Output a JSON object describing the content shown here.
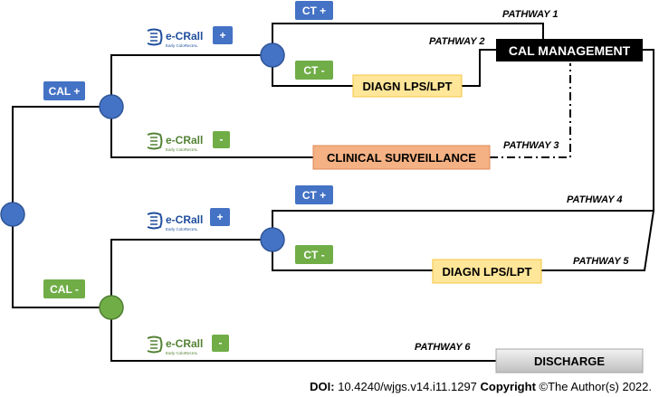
{
  "badges": {
    "cal_plus": "CAL +",
    "cal_minus": "CAL -",
    "ct_plus": "CT +",
    "ct_minus": "CT -",
    "ecrall_plus": "+",
    "ecrall_minus": "-"
  },
  "logo": {
    "name": "e-CRall",
    "tagline": "Early ColoRectAL"
  },
  "boxes": {
    "cal_management": "CAL MANAGEMENT",
    "diagn_top": "DIAGN LPS/LPT",
    "clinical_surveillance": "CLINICAL SURVEILLANCE",
    "diagn_bottom": "DIAGN LPS/LPT",
    "discharge": "DISCHARGE"
  },
  "pathways": {
    "p1": "PATHWAY 1",
    "p2": "PATHWAY 2",
    "p3": "PATHWAY 3",
    "p4": "PATHWAY 4",
    "p5": "PATHWAY 5",
    "p6": "PATHWAY 6"
  },
  "footer": {
    "doi_label": "DOI:",
    "doi_value": " 10.4240/wjgs.v14.i11.1297 ",
    "copyright_label": "Copyright",
    "copyright_value": " ©The Author(s) 2022."
  },
  "colors": {
    "node_blue": "#4472c4",
    "node_green": "#70ad47",
    "badge_blue": "#4472c4",
    "badge_green": "#70ad47",
    "box_yellow": "#ffe699",
    "box_salmon": "#f4b183",
    "box_black": "#000000",
    "box_gray": "#d0d0d0"
  }
}
